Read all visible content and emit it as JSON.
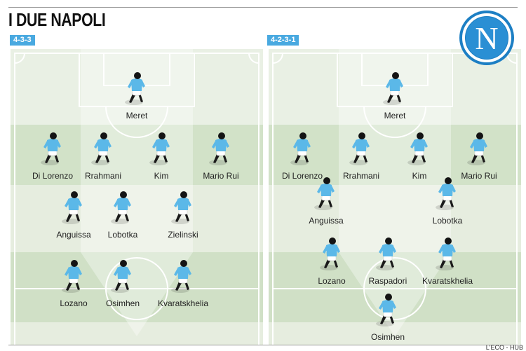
{
  "title": "I DUE NAPOLI",
  "credit": "L'ECO - HUB",
  "colors": {
    "badge": "#49a9e0",
    "jersey": "#5bb8e8",
    "club_blue": "#1d7fc4"
  },
  "logo": {
    "letter": "N",
    "icon": "ssc-napoli-crest-icon"
  },
  "formations": [
    {
      "label": "4-3-3",
      "players": [
        {
          "name": "Meret"
        },
        {
          "name": "Di Lorenzo"
        },
        {
          "name": "Rrahmani"
        },
        {
          "name": "Kim"
        },
        {
          "name": "Mario Rui"
        },
        {
          "name": "Anguissa"
        },
        {
          "name": "Lobotka"
        },
        {
          "name": "Zielinski"
        },
        {
          "name": "Lozano"
        },
        {
          "name": "Osimhen"
        },
        {
          "name": "Kvaratskhelia"
        }
      ]
    },
    {
      "label": "4-2-3-1",
      "players": [
        {
          "name": "Meret"
        },
        {
          "name": "Di Lorenzo"
        },
        {
          "name": "Rrahmani"
        },
        {
          "name": "Kim"
        },
        {
          "name": "Mario Rui"
        },
        {
          "name": "Anguissa"
        },
        {
          "name": "Lobotka"
        },
        {
          "name": "Lozano"
        },
        {
          "name": "Raspadori"
        },
        {
          "name": "Kvaratskhelia"
        },
        {
          "name": "Osimhen"
        }
      ]
    }
  ]
}
